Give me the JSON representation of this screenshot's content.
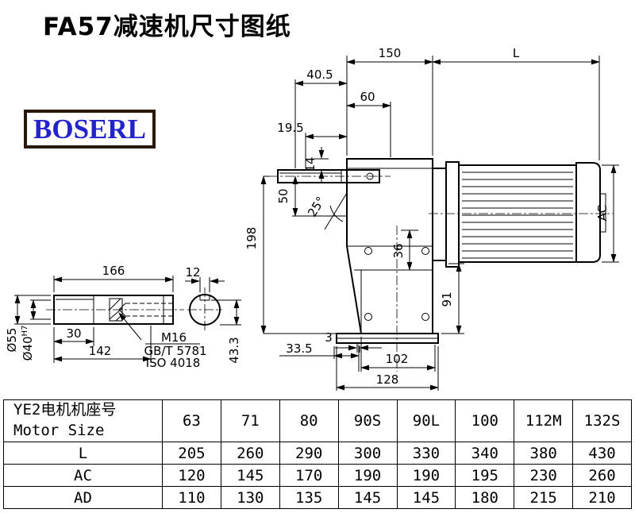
{
  "title": "FA57减速机尺寸图纸",
  "logo": {
    "text": "BOSERL",
    "text_color": "#2323cb",
    "border_color": "#2a180a"
  },
  "main_view": {
    "dim_150": "150",
    "dim_L": "L",
    "dim_40_5": "40.5",
    "dim_60": "60",
    "dim_19_5": "19.5",
    "dim_14": "14",
    "dim_50": "50",
    "angle_25": "25°",
    "dim_198": "198",
    "dim_36": "36",
    "dim_AC": "AC",
    "dim_91": "91",
    "dim_3": "3",
    "dim_33_5": "33.5",
    "dim_102": "102",
    "dim_128": "128"
  },
  "shaft_view": {
    "dim_166": "166",
    "dim_12": "12",
    "dim_o55": "Ø55",
    "dim_o40": "Ø40",
    "dim_o40_tol": "H7",
    "dim_30": "30",
    "dim_142": "142",
    "thread_label": "M16",
    "thread_std1": "GB/T 5781",
    "thread_std2": "ISO 4018",
    "dim_43_3": "43.3"
  },
  "table": {
    "header_cn": "YE2电机机座号",
    "header_en": "Motor Size",
    "sizes": [
      "63",
      "71",
      "80",
      "90S",
      "90L",
      "100",
      "112M",
      "132S"
    ],
    "rows": [
      {
        "label": "L",
        "values": [
          "205",
          "260",
          "290",
          "300",
          "330",
          "340",
          "380",
          "430"
        ]
      },
      {
        "label": "AC",
        "values": [
          "120",
          "145",
          "170",
          "190",
          "190",
          "195",
          "230",
          "260"
        ]
      },
      {
        "label": "AD",
        "values": [
          "110",
          "130",
          "135",
          "145",
          "145",
          "180",
          "215",
          "210"
        ]
      }
    ]
  }
}
